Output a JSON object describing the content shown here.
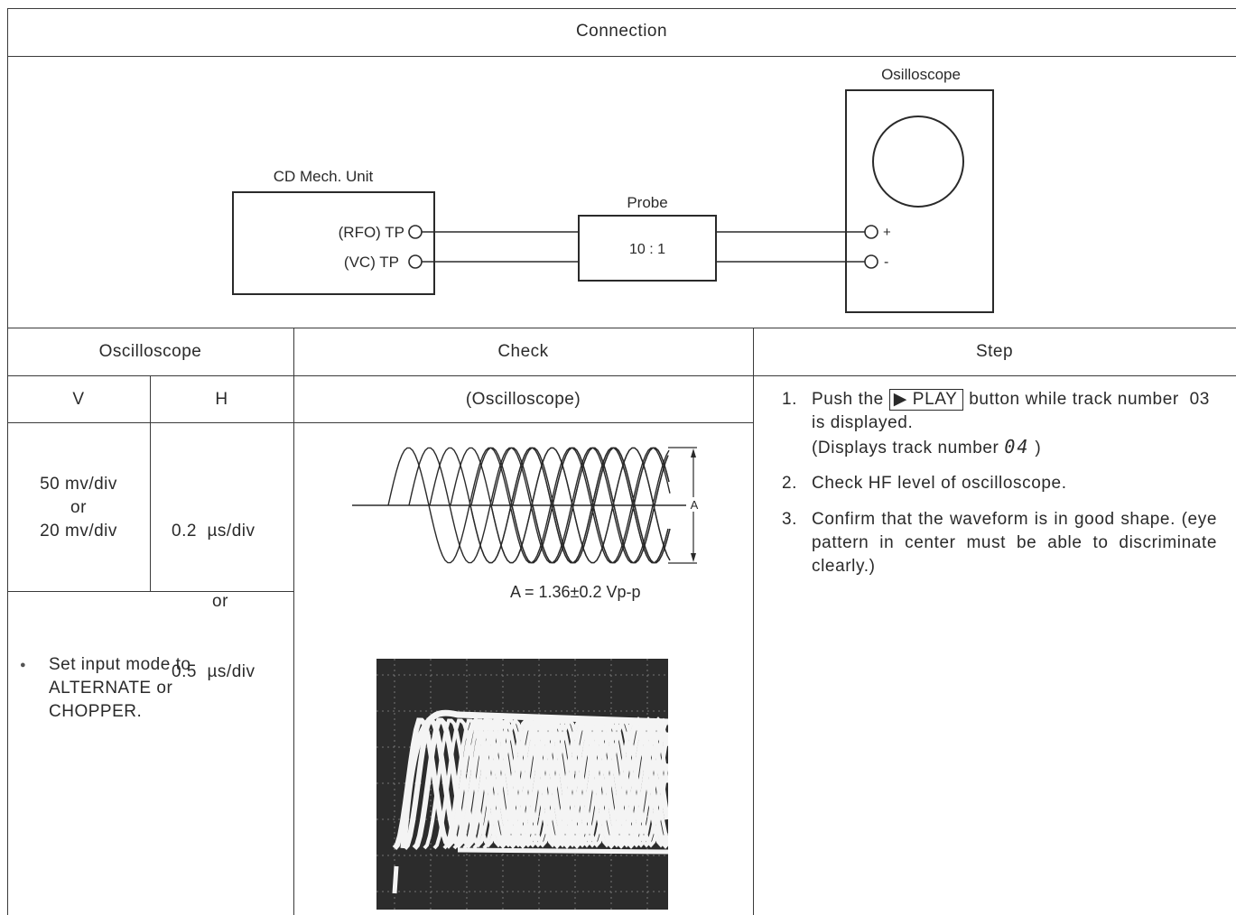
{
  "connection": {
    "header": "Connection",
    "cd_unit_label": "CD Mech. Unit",
    "rfo_tp": "(RFO) TP",
    "vc_tp": "(VC) TP",
    "probe_label": "Probe",
    "probe_ratio": "10 : 1",
    "scope_label": "Osilloscope",
    "plus": "+",
    "minus": "-"
  },
  "table": {
    "oscilloscope_header": "Oscilloscope",
    "check_header": "Check",
    "step_header": "Step",
    "v_header": "V",
    "h_header": "H",
    "check_subheader": "(Oscilloscope)",
    "v_values": [
      "50 mv/div",
      "or",
      "20 mv/div"
    ],
    "h_values": [
      "0.2  µs/div",
      "or",
      "0.5  µs/div"
    ],
    "input_mode_note": "Set input mode to ALTERNATE or CHOPPER.",
    "bullet": "●",
    "amplitude_marker": "A",
    "amplitude_spec": "A = 1.36±0.2 Vp-p"
  },
  "steps": [
    {
      "num": "1.",
      "pre": "Push the",
      "button": "▶ PLAY",
      "post": "button while track number  03  is displayed.",
      "line2": "(Displays track number",
      "display": "04",
      "close": ")"
    },
    {
      "num": "2.",
      "text": "Check HF level of oscilloscope."
    },
    {
      "num": "3.",
      "text": "Confirm that the waveform is in good shape. (eye pattern in center must be able to discriminate clearly.)"
    }
  ]
}
